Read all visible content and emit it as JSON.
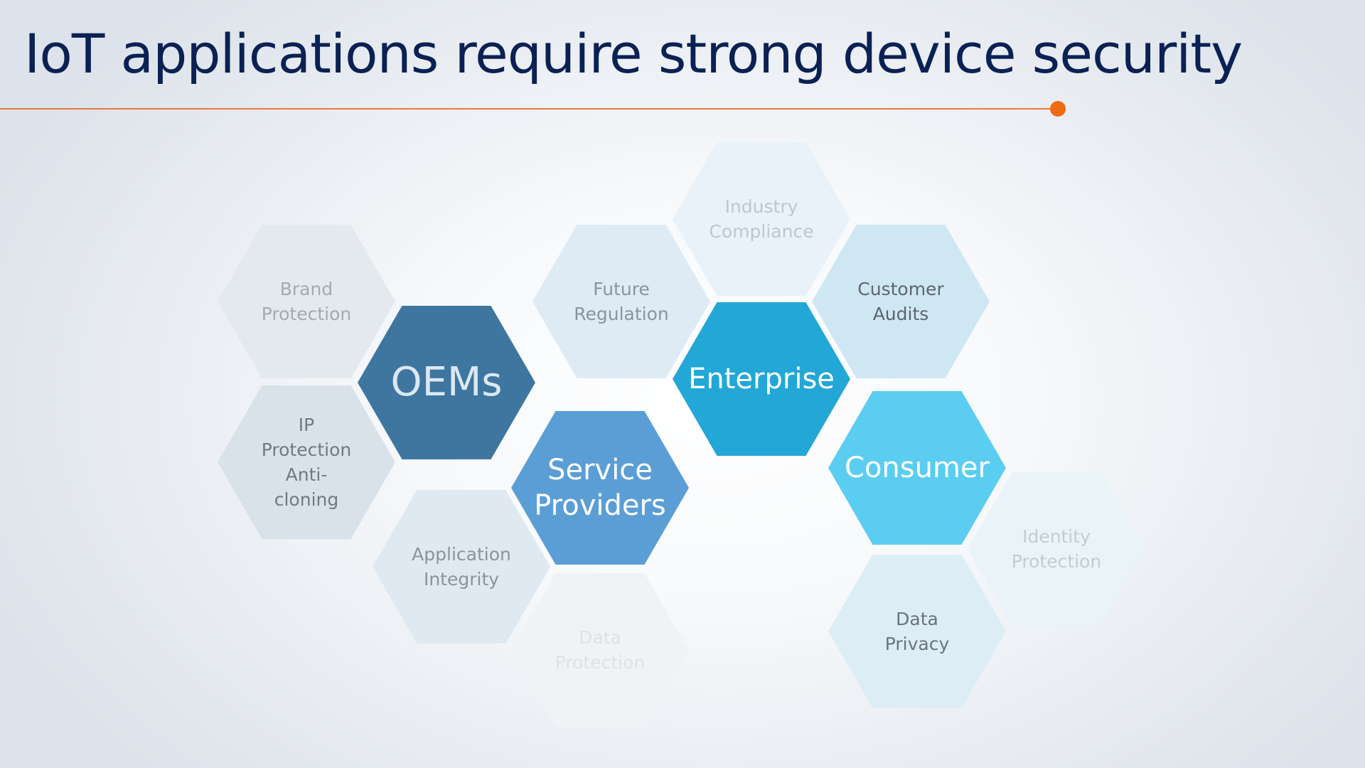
{
  "slide": {
    "title": "IoT applications require strong device security"
  },
  "hexagons": {
    "brand_protection": "Brand\nProtection",
    "ip_protection": "IP\nProtection\nAnti-\ncloning",
    "oems": "OEMs",
    "application_integrity": "Application\nIntegrity",
    "data_protection": "Data\nProtection",
    "service_providers": "Service\nProviders",
    "future_regulation": "Future\nRegulation",
    "industry_compliance": "Industry\nCompliance",
    "enterprise": "Enterprise",
    "customer_audits": "Customer\nAudits",
    "consumer": "Consumer",
    "identity_protection": "Identity\nProtection",
    "data_privacy": "Data\nPrivacy"
  },
  "colors": {
    "title": "#0b2154",
    "accent_line": "#e8793a",
    "oems": "#3f76a0",
    "service_providers": "#5b9ed6",
    "enterprise": "#22a7d6",
    "consumer": "#5bcdf0"
  }
}
